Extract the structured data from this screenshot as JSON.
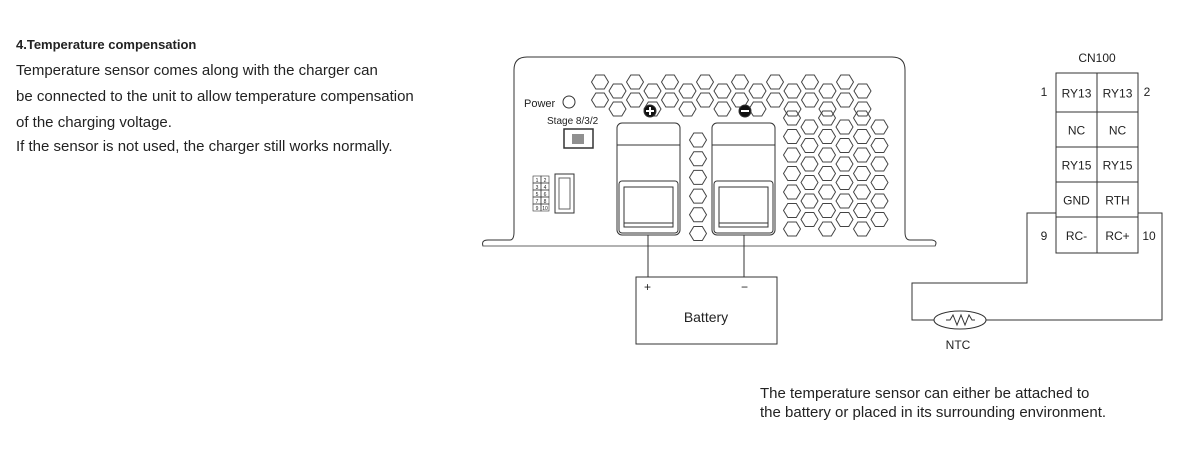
{
  "section": {
    "title": "4.Temperature compensation",
    "lines": [
      "Temperature sensor comes along with the charger can",
      "be connected to the unit to allow temperature compensation",
      "of the charging voltage.",
      "If the sensor is not used, the charger still works normally."
    ]
  },
  "charger": {
    "power_label": "Power",
    "stage_label": "Stage 8/3/2",
    "pins": [
      "1",
      "2",
      "3",
      "4",
      "5",
      "6",
      "7",
      "8",
      "9",
      "10"
    ]
  },
  "battery": {
    "label": "Battery",
    "plus": "+",
    "minus": "−"
  },
  "connector": {
    "title": "CN100",
    "rows": [
      [
        "RY13",
        "RY13"
      ],
      [
        "NC",
        "NC"
      ],
      [
        "RY15",
        "RY15"
      ],
      [
        "GND",
        "RTH"
      ],
      [
        "RC-",
        "RC+"
      ]
    ],
    "pin_1": "1",
    "pin_2": "2",
    "pin_9": "9",
    "pin_10": "10"
  },
  "ntc_label": "NTC",
  "note": [
    "The temperature sensor can either be attached to",
    "the battery or placed in its surrounding environment."
  ]
}
